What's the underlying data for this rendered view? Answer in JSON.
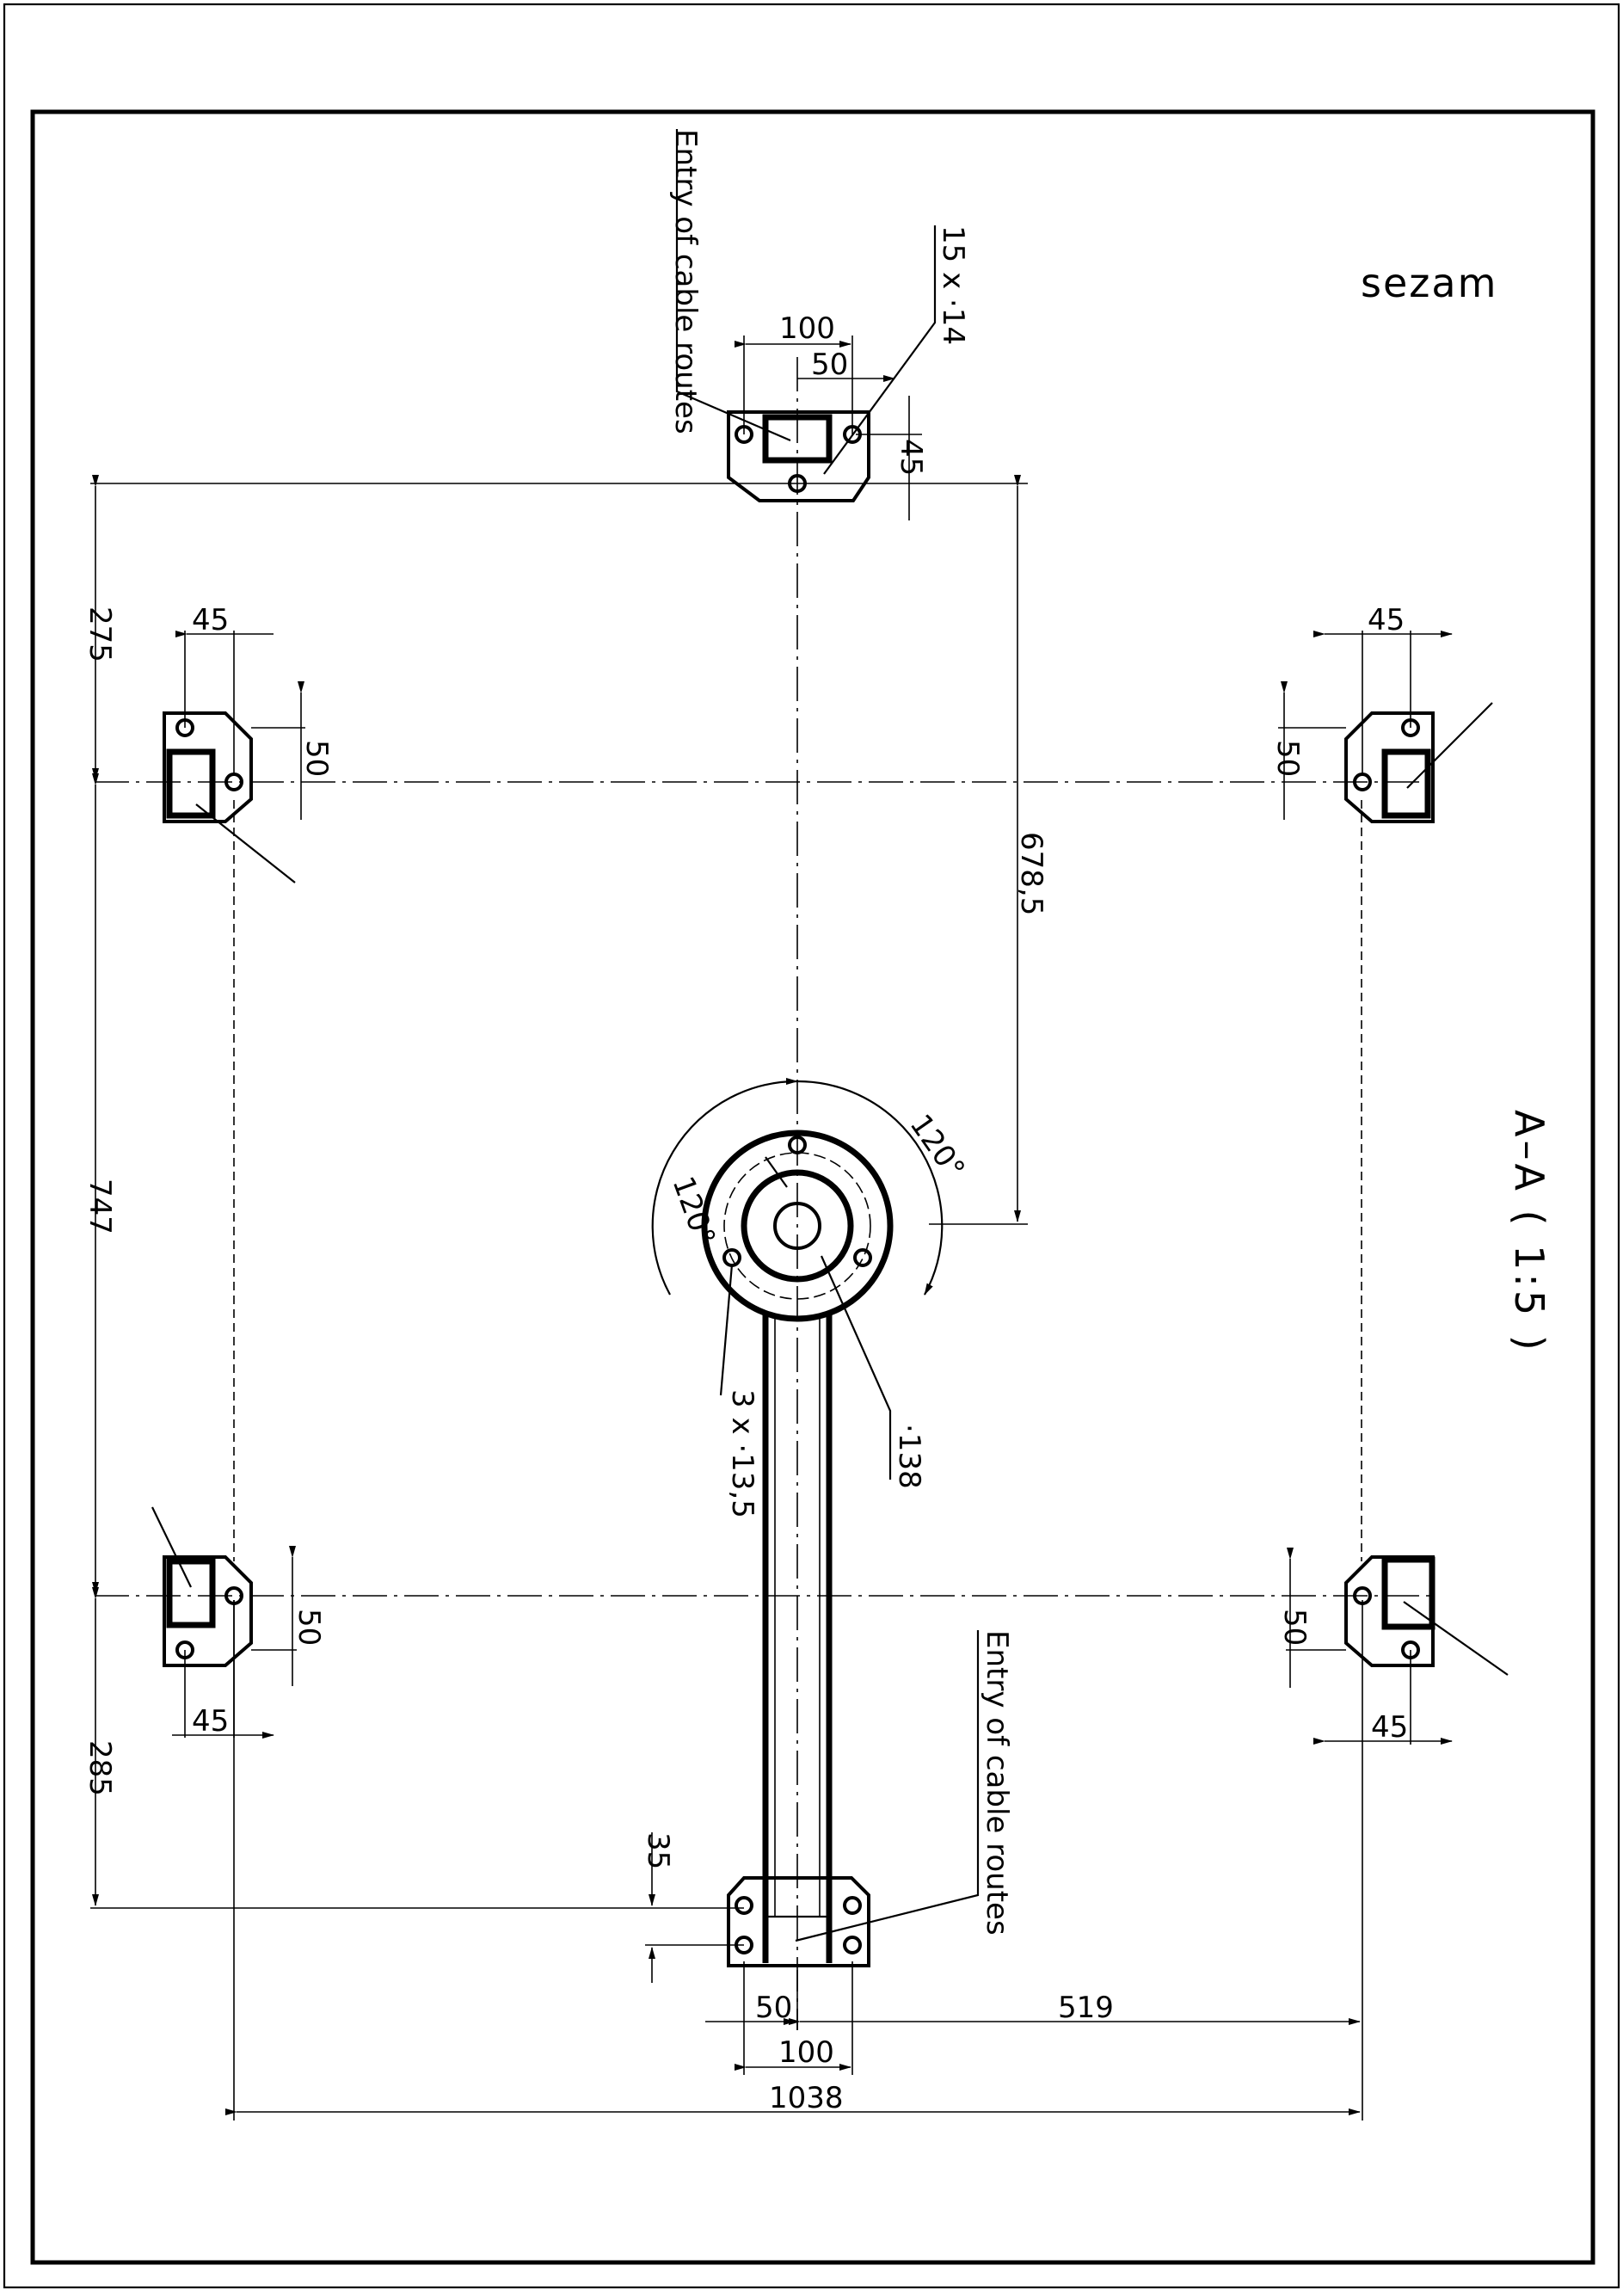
{
  "drawing": {
    "brand": "sezam",
    "section_label": "A–A ( 1:5 )"
  },
  "callouts": {
    "cable_entry_top": "Entry of cable routes",
    "cable_entry_bottom": "Entry of cable routes",
    "holes_15": "15 x ·14",
    "holes_3": "3 x ·13,5",
    "diameter_138": "·138"
  },
  "dimensions": {
    "top_width_100": "100",
    "top_width_50": "50",
    "top_height_45": "45",
    "left_top_45": "45",
    "left_top_50": "50",
    "right_top_45": "45",
    "right_top_50": "50",
    "left_bottom_45": "45",
    "left_bottom_50": "50",
    "right_bottom_45": "45",
    "right_bottom_50": "50",
    "vertical_275": "275",
    "vertical_747": "747",
    "vertical_285": "285",
    "vertical_678_5": "678,5",
    "angle_left": "120°",
    "angle_right": "120°",
    "bottom_35": "35",
    "bottom_50": "50",
    "bottom_100": "100",
    "bottom_519": "519",
    "overall_1038": "1038"
  }
}
